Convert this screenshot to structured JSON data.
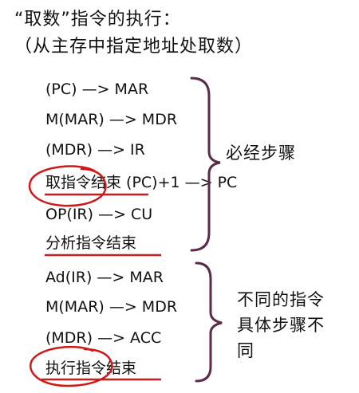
{
  "title": {
    "line1": "“取数”指令的执行：",
    "line2": "（从主存中指定地址处取数）"
  },
  "steps": [
    "(PC) —> MAR",
    "M(MAR) —> MDR",
    "(MDR) —> IR",
    "取指令结束 (PC)+1 —> PC",
    "OP(IR) —> CU",
    "分析指令结束",
    "Ad(IR) —> MAR",
    "M(MAR) —> MDR",
    "(MDR) —> ACC",
    "执行指令结束"
  ],
  "notes": {
    "required": "必经步骤",
    "different": "不同的指令具体步骤不同"
  },
  "colors": {
    "text": "#111111",
    "brace": "#5b2a4a",
    "annotation": "#c81e1e"
  }
}
